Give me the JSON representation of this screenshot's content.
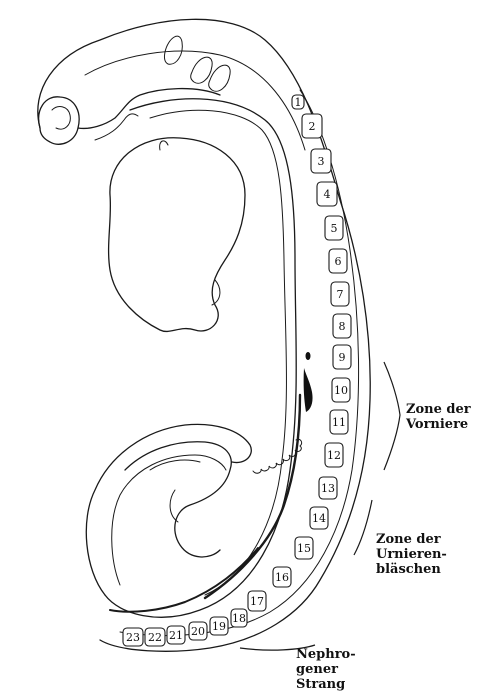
{
  "figure": {
    "segments": [
      "1",
      "2",
      "3",
      "4",
      "5",
      "6",
      "7",
      "8",
      "9",
      "10",
      "11",
      "12",
      "13",
      "14",
      "15",
      "16",
      "17",
      "18",
      "19",
      "20",
      "21",
      "22",
      "23"
    ],
    "labels": {
      "zone_vorniere": [
        "Zone der",
        "Vorniere"
      ],
      "zone_urnieren": [
        "Zone der",
        "Urnieren-",
        "bläschen"
      ],
      "nephrogener_strang": [
        "Nephro-",
        "gener",
        "Strang"
      ]
    }
  }
}
